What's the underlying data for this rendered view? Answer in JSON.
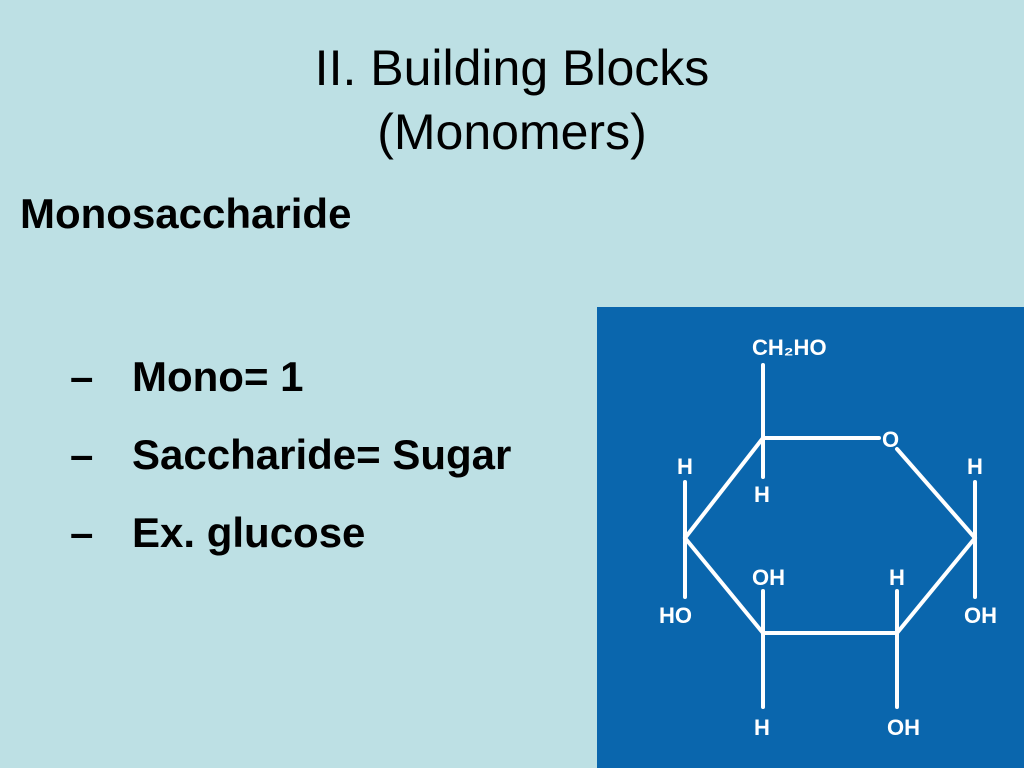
{
  "slide": {
    "title_line1": "II. Building Blocks",
    "title_line2": "(Monomers)",
    "heading": "Monosaccharide",
    "bullets": [
      {
        "dash": "–",
        "text": "Mono= 1"
      },
      {
        "dash": "–",
        "text": "Saccharide= Sugar"
      },
      {
        "dash": "–",
        "text": "Ex. glucose"
      }
    ]
  },
  "diagram": {
    "background_color": "#0a66ad",
    "labels": {
      "ch2oh": "CH₂HO",
      "ring_o": "O",
      "c1_h_top": "H",
      "c5_h_down": "H",
      "c4_h_left": "H",
      "c4_ho": "HO",
      "c3_oh": "OH",
      "c3_h_down": "H",
      "c2_h": "H",
      "c2_oh_down": "OH",
      "c1_oh": "OH"
    }
  }
}
